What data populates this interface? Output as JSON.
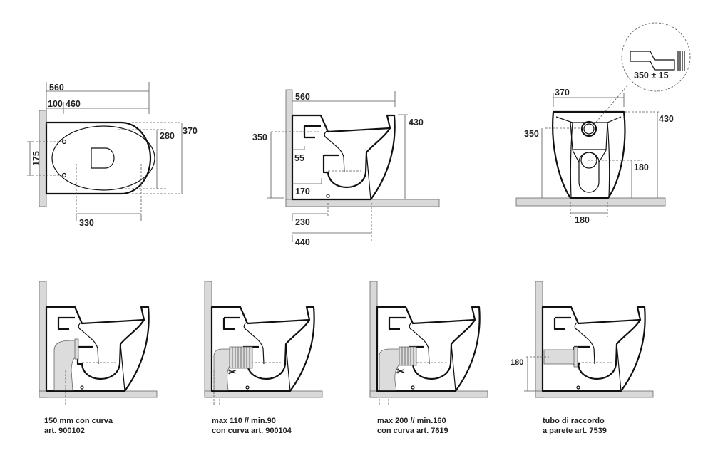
{
  "plan_view": {
    "d560": "560",
    "d100": "100",
    "d460": "460",
    "d280": "280",
    "d370": "370",
    "d175": "175",
    "d330": "330"
  },
  "side_view": {
    "d560": "560",
    "d430": "430",
    "d350": "350",
    "d55": "55",
    "d170": "170",
    "d230": "230",
    "d440": "440"
  },
  "front_view": {
    "d370": "370",
    "d430": "430",
    "d350": "350",
    "d180_height": "180",
    "d180_width": "180",
    "inset_label": "350 ± 15"
  },
  "installations": [
    {
      "line1": "150 mm con curva",
      "line2": "art. 900102"
    },
    {
      "line1": "max 110 // min.90",
      "line2": "con curva art. 900104"
    },
    {
      "line1": "max 200 // min.160",
      "line2": "con curva art. 7619"
    },
    {
      "line1": "tubo di raccordo",
      "line2": "a parete art. 7539",
      "d180": "180"
    }
  ]
}
